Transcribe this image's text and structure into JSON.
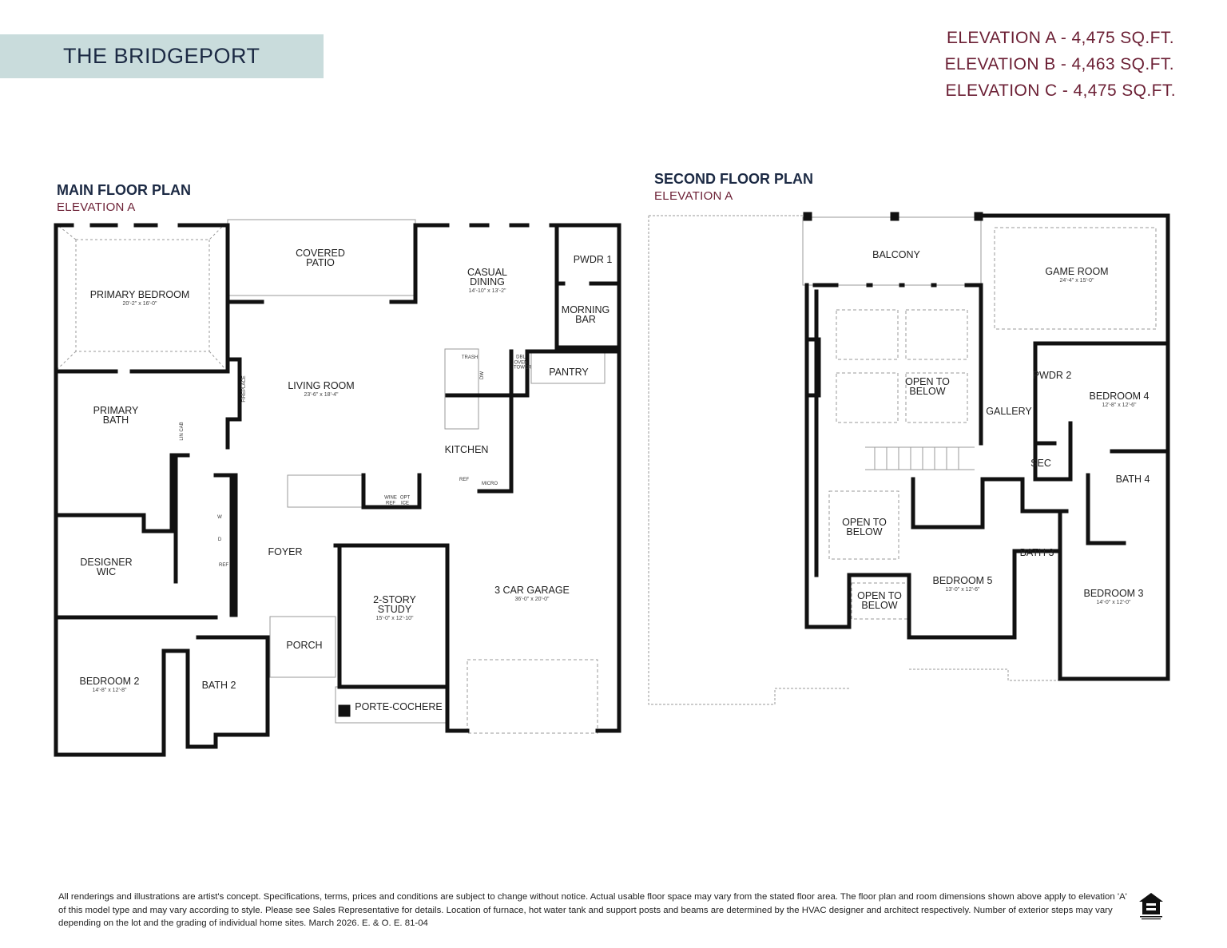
{
  "header": {
    "title": "THE BRIDGEPORT",
    "elevations": [
      "ELEVATION A - 4,475 SQ.FT.",
      "ELEVATION B - 4,463 SQ.FT.",
      "ELEVATION C - 4,475 SQ.FT."
    ]
  },
  "colors": {
    "title_band": "#c9dcdc",
    "navy": "#1c2a44",
    "burgundy": "#6b1f34"
  },
  "main_floor": {
    "title": "MAIN FLOOR PLAN",
    "subtitle": "ELEVATION A",
    "rooms": [
      {
        "label": "PRIMARY BEDROOM",
        "dim": "20'-2\" x 16'-0\""
      },
      {
        "label": "COVERED\nPATIO",
        "dim": ""
      },
      {
        "label": "CASUAL\nDINING",
        "dim": "14'-10\" x 13'-2\""
      },
      {
        "label": "PWDR 1",
        "dim": ""
      },
      {
        "label": "MORNING\nBAR",
        "dim": ""
      },
      {
        "label": "PANTRY",
        "dim": ""
      },
      {
        "label": "LIVING ROOM",
        "dim": "23'-6\" x 18'-4\""
      },
      {
        "label": "PRIMARY\nBATH",
        "dim": ""
      },
      {
        "label": "KITCHEN",
        "dim": ""
      },
      {
        "label": "DESIGNER\nWIC",
        "dim": ""
      },
      {
        "label": "FOYER",
        "dim": ""
      },
      {
        "label": "2-STORY\nSTUDY",
        "dim": "15'-0\" x 12'-10\""
      },
      {
        "label": "3 CAR GARAGE",
        "dim": "36'-0\" x 20'-0\""
      },
      {
        "label": "PORCH",
        "dim": ""
      },
      {
        "label": "BEDROOM 2",
        "dim": "14'-8\" x 12'-8\""
      },
      {
        "label": "BATH 2",
        "dim": ""
      },
      {
        "label": "PORTE-COCHERE",
        "dim": ""
      }
    ],
    "fixtures": [
      "FIREPLACE",
      "LIN CAB",
      "TRASH",
      "DW",
      "DBL OVEN TOWER",
      "REF",
      "MICRO",
      "WINE REF",
      "OPT ICE",
      "W",
      "D",
      "REF"
    ]
  },
  "second_floor": {
    "title": "SECOND FLOOR PLAN",
    "subtitle": "ELEVATION A",
    "rooms": [
      {
        "label": "BALCONY",
        "dim": ""
      },
      {
        "label": "GAME ROOM",
        "dim": "24'-4\" x 15'-0\""
      },
      {
        "label": "OPEN TO\nBELOW",
        "dim": ""
      },
      {
        "label": "PWDR 2",
        "dim": ""
      },
      {
        "label": "BEDROOM 4",
        "dim": "12'-8\" x 12'-6\""
      },
      {
        "label": "GALLERY",
        "dim": ""
      },
      {
        "label": "SEC",
        "dim": ""
      },
      {
        "label": "BATH 4",
        "dim": ""
      },
      {
        "label": "OPEN TO\nBELOW",
        "dim": ""
      },
      {
        "label": "BATH 3",
        "dim": ""
      },
      {
        "label": "BEDROOM 5",
        "dim": "13'-0\" x 12'-6\""
      },
      {
        "label": "BEDROOM 3",
        "dim": "14'-0\" x 12'-0\""
      },
      {
        "label": "OPEN TO\nBELOW",
        "dim": ""
      }
    ]
  },
  "footer": {
    "disclaimer": "All renderings and illustrations are artist's concept. Specifications, terms, prices and conditions are subject to change without notice. Actual usable floor space may vary from the stated floor area. The floor plan and room dimensions shown above apply to elevation 'A' of this model type and may vary according to style. Please see Sales Representative for details. Location of furnace, hot water tank and support posts and beams are determined by the HVAC designer and architect respectively. Number of exterior steps may vary depending on the lot and the grading of individual home sites. March 2026. E. & O. E. 81-04",
    "logo": "EQUAL HOUSING OPPORTUNITY"
  }
}
